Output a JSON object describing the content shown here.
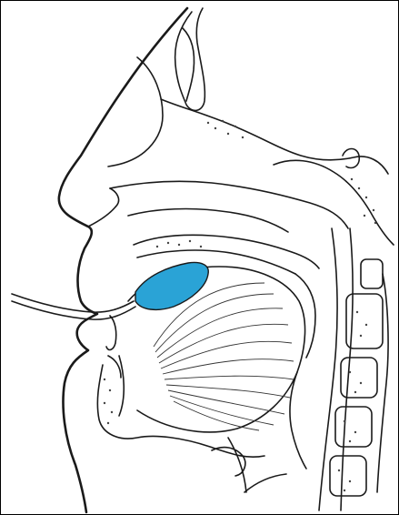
{
  "figure": {
    "colors": {
      "outline": "#1a1a1a",
      "highlight_region": "#2aa3d6",
      "background": "#ffffff",
      "frame": "#000000"
    },
    "icons": [
      "face-profile",
      "nasal-cavity",
      "tongue",
      "highlighted-region",
      "tube",
      "vertebrae"
    ]
  }
}
